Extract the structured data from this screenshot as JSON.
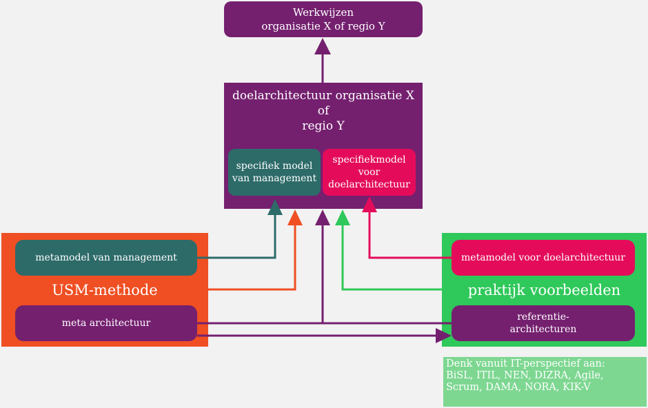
{
  "colors": {
    "purple": "#74206f",
    "teal": "#2d6b69",
    "magenta": "#e40c5a",
    "orange": "#ef4f23",
    "green": "#2fc85a",
    "lightgreen": "#7dd791",
    "background": "#f2f2f2"
  },
  "werkwijzen": "Werkwijzen\norganisatie X of regio Y",
  "doelarchitectuur": {
    "title": "doelarchitectuur organisatie X\nof\nregio Y",
    "specifiek_management": "specifiek model\nvan management",
    "specifiek_doel": "specifiekmodel\nvoor\ndoelarchitectuur"
  },
  "usm": {
    "label": "USM-methode",
    "metamodel_management": "metamodel van management",
    "meta_architectuur": "meta architectuur"
  },
  "praktijk": {
    "label": "praktijk voorbeelden",
    "metamodel_doel": "metamodel voor doelarchitectuur",
    "referentie": "referentie-\narchitecturen"
  },
  "note": "Denk vanuit IT-perspectief aan:\nBiSL, ITIL, NEN, DIZRA, Agile,\nScrum, DAMA, NORA, KIK-V"
}
